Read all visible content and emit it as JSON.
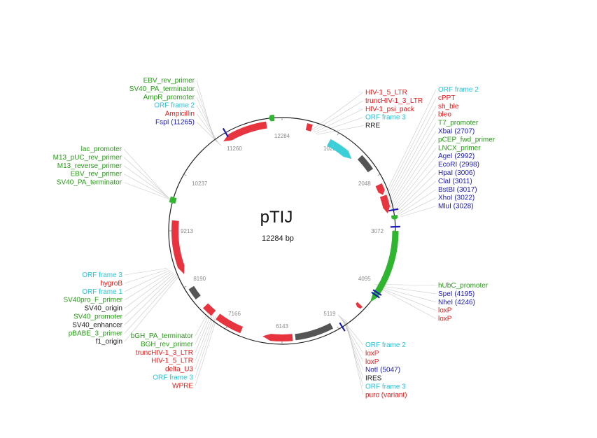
{
  "plasmid": {
    "name": "pTIJ",
    "size_label": "12284 bp",
    "length": 12284
  },
  "colors": {
    "backbone": "#222222",
    "promoter": "#2fb52f",
    "cds": "#e8343f",
    "orf": "#3dcfd8",
    "misc": "#555555",
    "site": "#1a1ab8",
    "primer": "#2fb52f",
    "label_green": "#2a9a1a",
    "label_red": "#e01b1b",
    "label_cyan": "#2bc3d6",
    "label_blue": "#1a1ab8",
    "label_black": "#222222"
  },
  "ticks": [
    "12284",
    "1025",
    "2048",
    "3072",
    "4095",
    "5119",
    "6143",
    "7166",
    "8190",
    "9213",
    "10237",
    "11260"
  ],
  "features": [
    {
      "label": "RRE",
      "type": "misc",
      "start": 1590,
      "end": 1900,
      "dir": 0
    },
    {
      "label": "cPPT",
      "type": "cds",
      "start": 2200,
      "end": 2400,
      "dir": 1
    },
    {
      "label": "hUbC_promoter",
      "type": "promoter",
      "start": 3072,
      "end": 4400,
      "dir": 1
    },
    {
      "label": "ORF frame 2",
      "type": "orf",
      "start": 950,
      "end": 1500,
      "dir": 1
    },
    {
      "label": "sh_ble",
      "type": "cds",
      "start": 2420,
      "end": 2750,
      "dir": 1
    },
    {
      "label": "T7_promoter",
      "type": "promoter",
      "start": 2800,
      "end": 2880,
      "dir": 1
    },
    {
      "label": "loxP",
      "type": "cds",
      "start": 4550,
      "end": 4620,
      "dir": 1
    },
    {
      "label": "IRES",
      "type": "misc",
      "start": 5200,
      "end": 5900,
      "dir": 0
    },
    {
      "label": "puro (variant)",
      "type": "cds",
      "start": 5950,
      "end": 6500,
      "dir": 1
    },
    {
      "label": "WPRE",
      "type": "cds",
      "start": 6900,
      "end": 7400,
      "dir": 0
    },
    {
      "label": "delta_U3",
      "type": "cds",
      "start": 7500,
      "end": 7700,
      "dir": 0
    },
    {
      "label": "SV40_origin",
      "type": "misc",
      "start": 7900,
      "end": 8120,
      "dir": 0
    },
    {
      "label": "hygroB",
      "type": "cds",
      "start": 8400,
      "end": 9400,
      "dir": -1
    },
    {
      "label": "SV40_PA_terminator",
      "type": "promoter",
      "start": 9700,
      "end": 9800,
      "dir": 0
    },
    {
      "label": "Ampicillin",
      "type": "cds",
      "start": 11150,
      "end": 12000,
      "dir": -1
    },
    {
      "label": "AmpR_promoter",
      "type": "promoter",
      "start": 12050,
      "end": 12150,
      "dir": -1
    },
    {
      "label": "HIV-1_5_LTR",
      "type": "cds",
      "start": 450,
      "end": 550,
      "dir": 0
    }
  ],
  "labels_top_left": [
    {
      "text": "EBV_rev_primer",
      "color": "label_green"
    },
    {
      "text": "SV40_PA_terminator",
      "color": "label_green"
    },
    {
      "text": "AmpR_promoter",
      "color": "label_green"
    },
    {
      "text": "ORF frame 2",
      "color": "label_cyan"
    },
    {
      "text": "Ampicillin",
      "color": "label_red"
    },
    {
      "text": "FspI (11265)",
      "color": "label_blue"
    }
  ],
  "labels_mid_left": [
    {
      "text": "lac_promoter",
      "color": "label_green"
    },
    {
      "text": "M13_pUC_rev_primer",
      "color": "label_green"
    },
    {
      "text": "M13_reverse_primer",
      "color": "label_green"
    },
    {
      "text": "EBV_rev_primer",
      "color": "label_green"
    },
    {
      "text": "SV40_PA_terminator",
      "color": "label_green"
    }
  ],
  "labels_lower_left": [
    {
      "text": "ORF frame 3",
      "color": "label_cyan"
    },
    {
      "text": "hygroB",
      "color": "label_red"
    },
    {
      "text": "ORF frame 1",
      "color": "label_cyan"
    },
    {
      "text": "SV40pro_F_primer",
      "color": "label_green"
    },
    {
      "text": "SV40_origin",
      "color": "label_black"
    },
    {
      "text": "SV40_promoter",
      "color": "label_green"
    },
    {
      "text": "SV40_enhancer",
      "color": "label_black"
    },
    {
      "text": "pBABE_3_primer",
      "color": "label_green"
    },
    {
      "text": "f1_origin",
      "color": "label_black"
    }
  ],
  "labels_bottom_left": [
    {
      "text": "bGH_PA_terminator",
      "color": "label_green"
    },
    {
      "text": "BGH_rev_primer",
      "color": "label_green"
    },
    {
      "text": "truncHIV-1_3_LTR",
      "color": "label_red"
    },
    {
      "text": "HIV-1_5_LTR",
      "color": "label_red"
    },
    {
      "text": "delta_U3",
      "color": "label_red"
    },
    {
      "text": "ORF frame 3",
      "color": "label_cyan"
    },
    {
      "text": "WPRE",
      "color": "label_red"
    }
  ],
  "labels_top_center": [
    {
      "text": "HIV-1_5_LTR",
      "color": "label_red"
    },
    {
      "text": "truncHIV-1_3_LTR",
      "color": "label_red"
    },
    {
      "text": "HIV-1_psi_pack",
      "color": "label_red"
    },
    {
      "text": "ORF frame 3",
      "color": "label_cyan"
    },
    {
      "text": "RRE",
      "color": "label_black"
    }
  ],
  "labels_top_right": [
    {
      "text": "ORF frame 2",
      "color": "label_cyan"
    },
    {
      "text": "cPPT",
      "color": "label_red"
    },
    {
      "text": "sh_ble",
      "color": "label_red"
    },
    {
      "text": "bleo",
      "color": "label_red"
    },
    {
      "text": "T7_promoter",
      "color": "label_green"
    },
    {
      "text": "XbaI (2707)",
      "color": "label_blue"
    },
    {
      "text": "pCEP_fwd_primer",
      "color": "label_green"
    },
    {
      "text": "LNCX_primer",
      "color": "label_green"
    },
    {
      "text": "AgeI (2992)",
      "color": "label_blue"
    },
    {
      "text": "EcoRI (2998)",
      "color": "label_blue"
    },
    {
      "text": "HpaI (3006)",
      "color": "label_blue"
    },
    {
      "text": "ClaI (3011)",
      "color": "label_blue"
    },
    {
      "text": "BstBI (3017)",
      "color": "label_blue"
    },
    {
      "text": "XhoI (3022)",
      "color": "label_blue"
    },
    {
      "text": "MluI (3028)",
      "color": "label_blue"
    }
  ],
  "labels_right": [
    {
      "text": "hUbC_promoter",
      "color": "label_green"
    },
    {
      "text": "SpeI (4195)",
      "color": "label_blue"
    },
    {
      "text": "NheI (4246)",
      "color": "label_blue"
    },
    {
      "text": "loxP",
      "color": "label_red"
    },
    {
      "text": "loxP",
      "color": "label_red"
    }
  ],
  "labels_bottom_center": [
    {
      "text": "ORF frame 2",
      "color": "label_cyan"
    },
    {
      "text": "loxP",
      "color": "label_red"
    },
    {
      "text": "loxP",
      "color": "label_red"
    },
    {
      "text": "NotI (5047)",
      "color": "label_blue"
    },
    {
      "text": "IRES",
      "color": "label_black"
    },
    {
      "text": "ORF frame 3",
      "color": "label_cyan"
    },
    {
      "text": "puro (variant)",
      "color": "label_red"
    }
  ]
}
